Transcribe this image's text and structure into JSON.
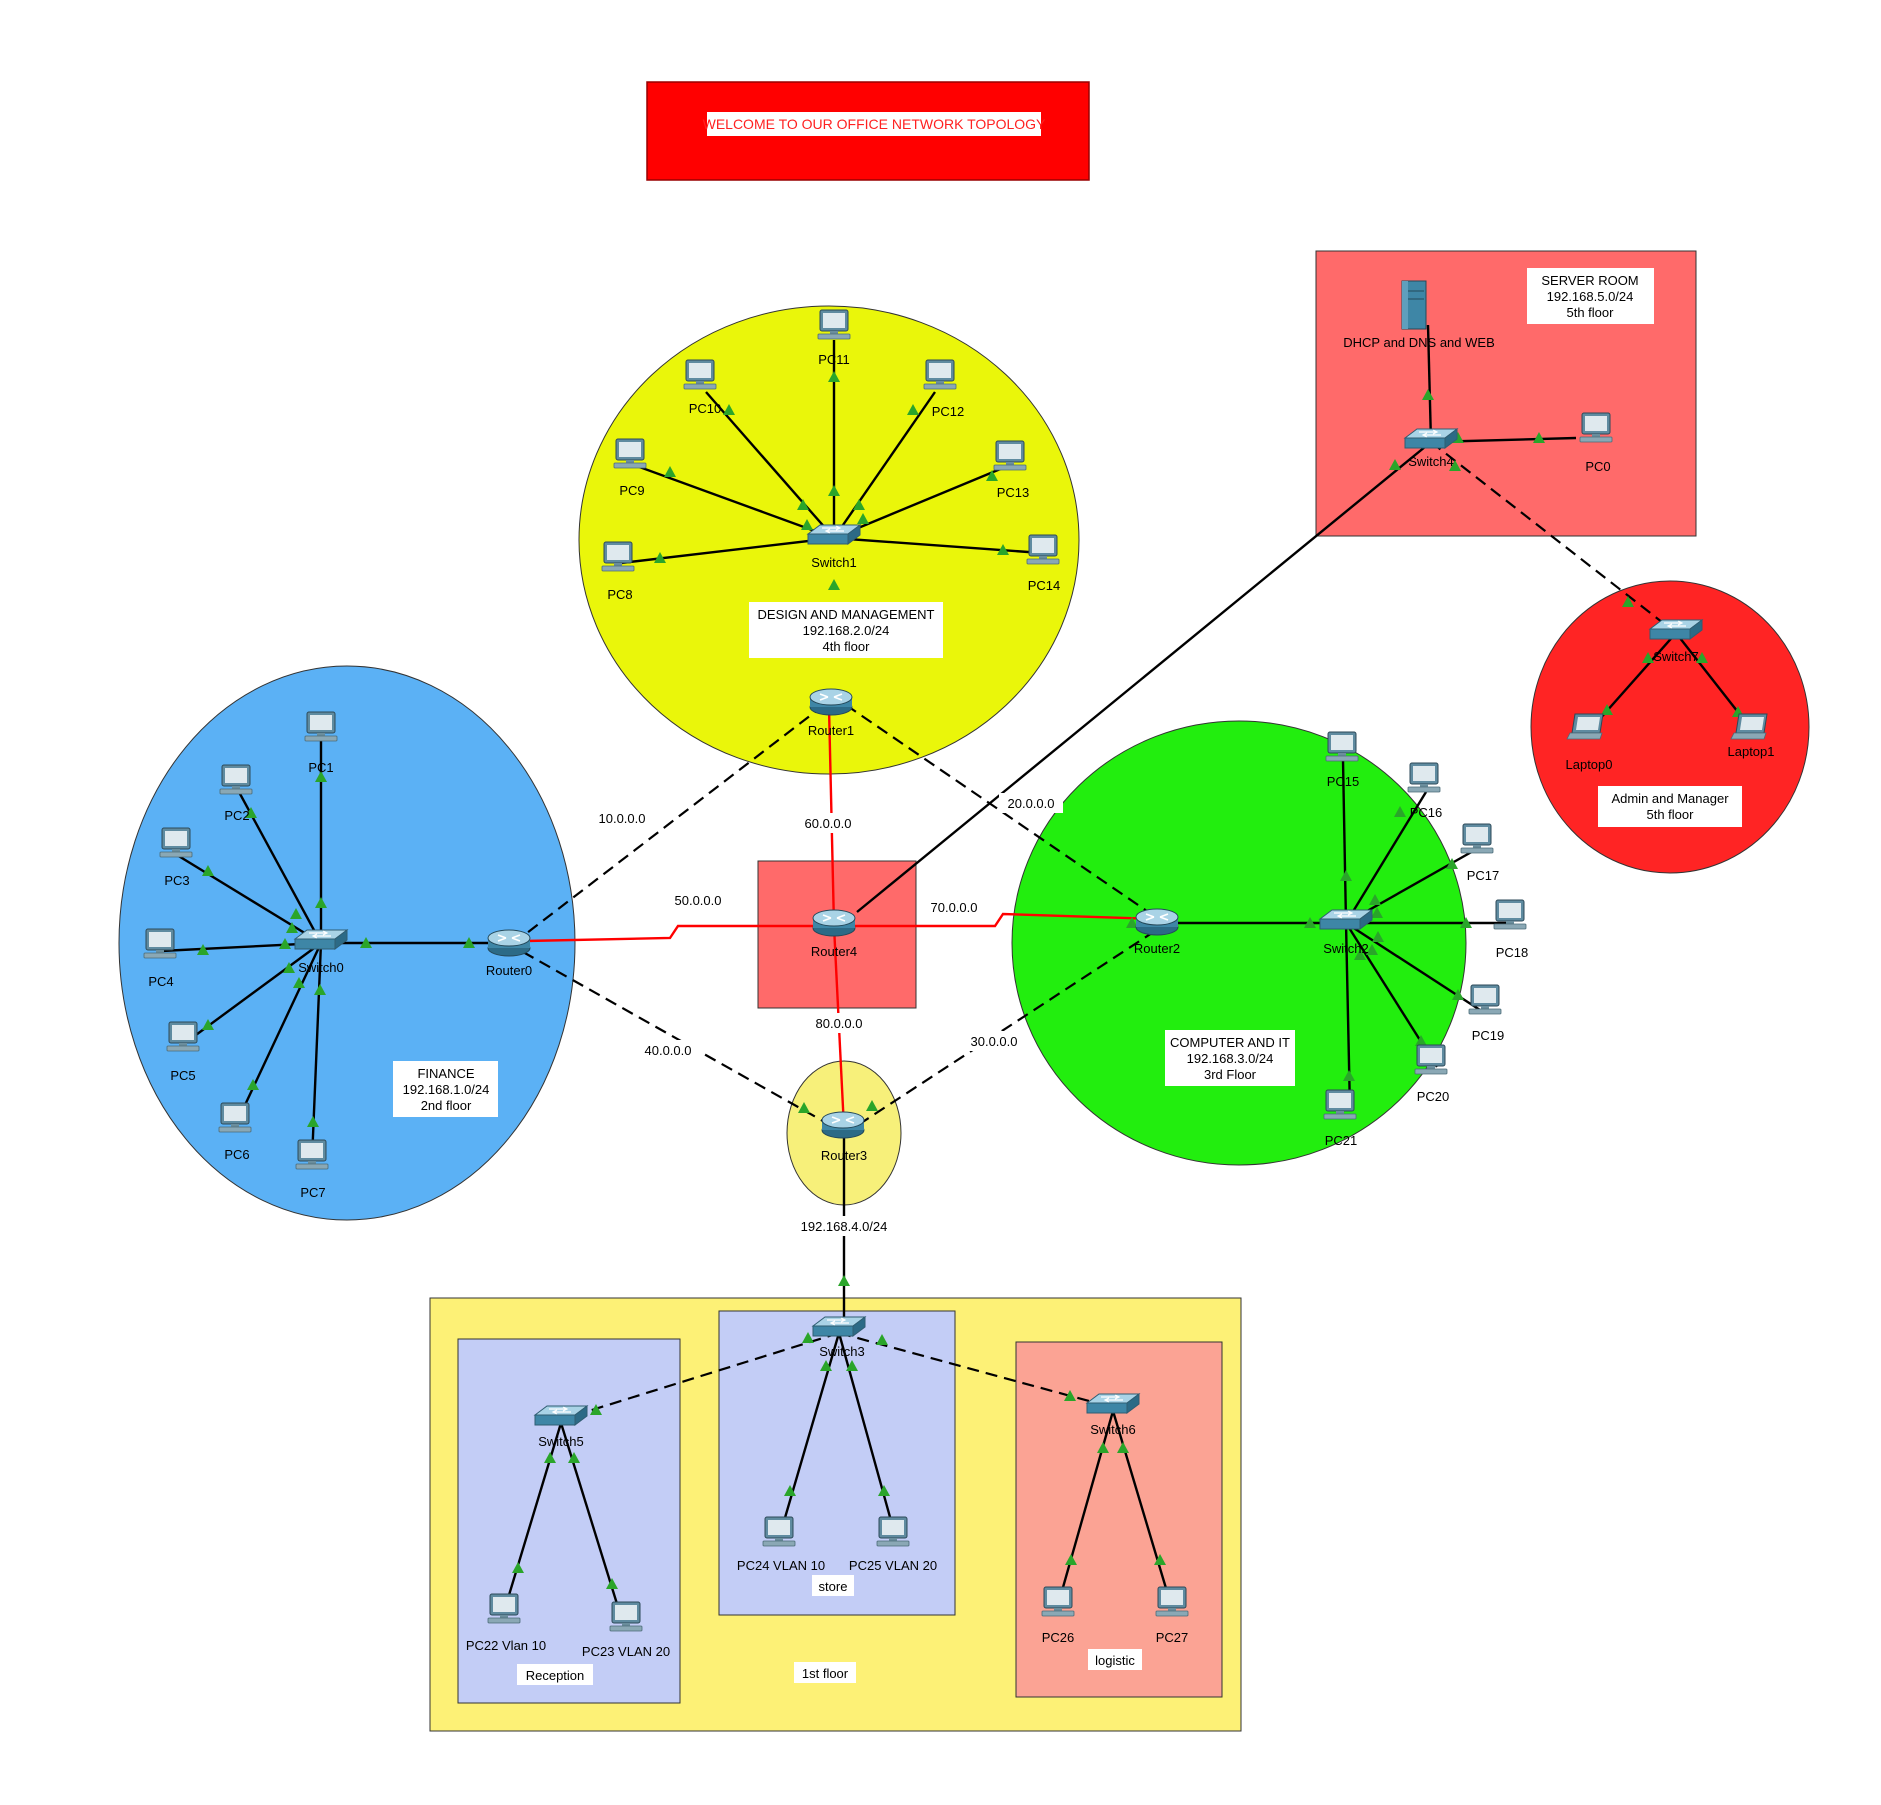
{
  "title": "WELCOME TO OUR OFFICE NETWORK TOPOLOGY",
  "colors": {
    "title_bg": "#ff0000",
    "title_text": "#ff2020",
    "design_zone": "#eaf60a",
    "finance_zone": "#5bb1f5",
    "it_zone": "#22ee0e",
    "server_zone": "#ff6a6a",
    "admin_zone": "#ff2424",
    "router4_zone": "#ff6a6a",
    "router3_zone": "#f7f07a",
    "first_floor_zone": "#fdf176",
    "reception_zone": "#c3cdf6",
    "store_zone": "#c3cdf6",
    "logistic_zone": "#fba394",
    "serial_link": "#ff0000",
    "ethernet_link": "#000000",
    "port_up": "#2aa52a"
  },
  "zones": {
    "design": {
      "name": "DESIGN AND MANAGEMENT",
      "network": "192.168.2.0/24",
      "floor": "4th floor"
    },
    "finance": {
      "name": "FINANCE",
      "network": "192.168.1.0/24",
      "floor": "2nd floor"
    },
    "it": {
      "name": "COMPUTER AND IT",
      "network": "192.168.3.0/24",
      "floor": "3rd Floor"
    },
    "server": {
      "name": "SERVER ROOM",
      "network": "192.168.5.0/24",
      "floor": "5th floor"
    },
    "admin": {
      "name": "Admin and Manager",
      "floor": "5th floor"
    },
    "first_floor": {
      "floor": "1st floor",
      "network": "192.168.4.0/24"
    },
    "reception": {
      "name": "Reception"
    },
    "store": {
      "name": "store"
    },
    "logistic": {
      "name": "logistic"
    }
  },
  "links": {
    "r0_r1": "10.0.0.0",
    "r1_r2": "20.0.0.0",
    "r2_r3": "30.0.0.0",
    "r0_r3": "40.0.0.0",
    "r0_r4": "50.0.0.0",
    "r1_r4": "60.0.0.0",
    "r4_r2": "70.0.0.0",
    "r4_r3": "80.0.0.0"
  },
  "devices": {
    "router0": "Router0",
    "router1": "Router1",
    "router2": "Router2",
    "router3": "Router3",
    "router4": "Router4",
    "switch0": "Switch0",
    "switch1": "Switch1",
    "switch2": "Switch2",
    "switch3": "Switch3",
    "switch4": "Switch4",
    "switch5": "Switch5",
    "switch6": "Switch6",
    "switch7": "Switch7",
    "server": "DHCP and DNS and WEB",
    "pc0": "PC0",
    "laptop0": "Laptop0",
    "laptop1": "Laptop1",
    "pc1": "PC1",
    "pc2": "PC2",
    "pc3": "PC3",
    "pc4": "PC4",
    "pc5": "PC5",
    "pc6": "PC6",
    "pc7": "PC7",
    "pc8": "PC8",
    "pc9": "PC9",
    "pc10": "PC10",
    "pc11": "PC11",
    "pc12": "PC12",
    "pc13": "PC13",
    "pc14": "PC14",
    "pc15": "PC15",
    "pc16": "PC16",
    "pc17": "PC17",
    "pc18": "PC18",
    "pc19": "PC19",
    "pc20": "PC20",
    "pc21": "PC21",
    "pc22": "PC22 Vlan 10",
    "pc23": "PC23 VLAN 20",
    "pc24": "PC24 VLAN 10",
    "pc25": "PC25 VLAN 20",
    "pc26": "PC26",
    "pc27": "PC27"
  }
}
